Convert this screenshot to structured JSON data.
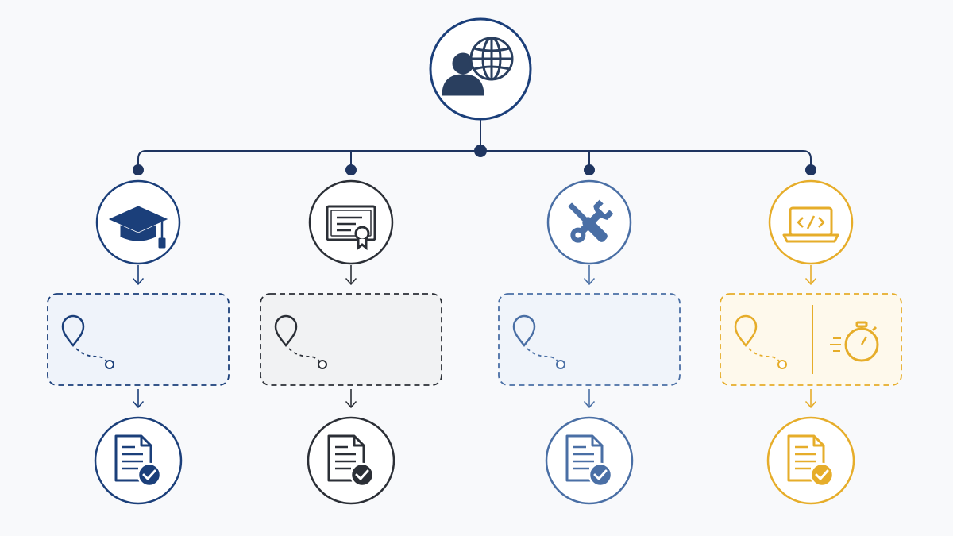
{
  "colors": {
    "background": "#f8f9fb",
    "connector": "#1f3560",
    "navy": "#1b3f7a",
    "charcoal": "#2b2f36",
    "steel": "#4a6fa5",
    "gold": "#e6ad2a",
    "navy_fill": "#eff3fa",
    "charcoal_fill": "#f1f2f3",
    "steel_fill": "#f0f4fa",
    "gold_fill": "#fef9ec",
    "check_fill": "#1f3560"
  },
  "root": {
    "icon": "person-globe-icon"
  },
  "branches": [
    {
      "key": "education",
      "color": "navy",
      "icon": "graduation-cap-icon",
      "stage_icons": [
        "location-path-icon"
      ],
      "result_icon": "document-check-icon"
    },
    {
      "key": "certificate",
      "color": "charcoal",
      "icon": "certificate-icon",
      "stage_icons": [
        "location-path-icon"
      ],
      "result_icon": "document-check-icon"
    },
    {
      "key": "tools",
      "color": "steel",
      "icon": "wrench-screwdriver-icon",
      "stage_icons": [
        "location-path-icon"
      ],
      "result_icon": "document-check-icon"
    },
    {
      "key": "coding",
      "color": "gold",
      "icon": "laptop-code-icon",
      "stage_icons": [
        "location-path-icon",
        "stopwatch-icon"
      ],
      "result_icon": "document-check-icon"
    }
  ]
}
